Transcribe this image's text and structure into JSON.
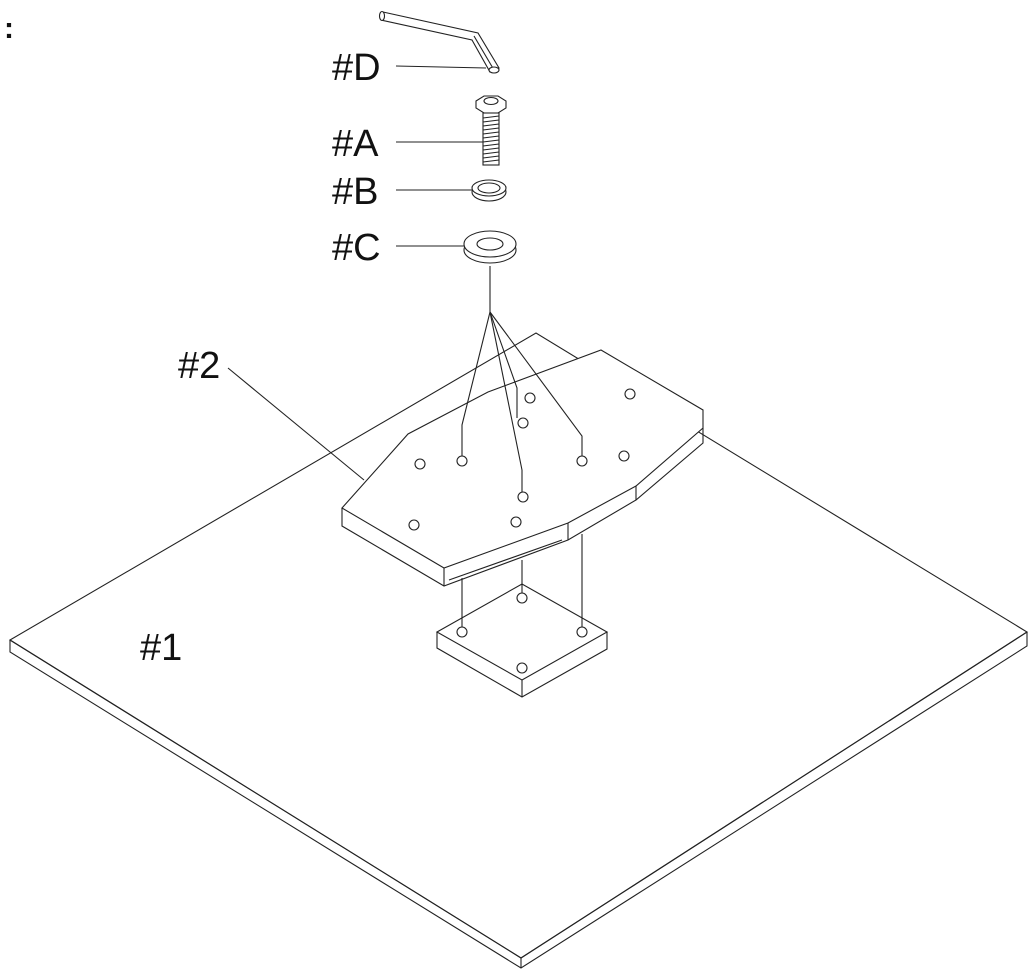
{
  "corner_mark": ":",
  "labels": {
    "hex_key": "#D",
    "bolt": "#A",
    "lock_washer": "#B",
    "flat_washer": "#C",
    "top_plate": "#2",
    "base_plate": "#1"
  },
  "colors": {
    "line": "#222222",
    "background": "#ffffff"
  }
}
